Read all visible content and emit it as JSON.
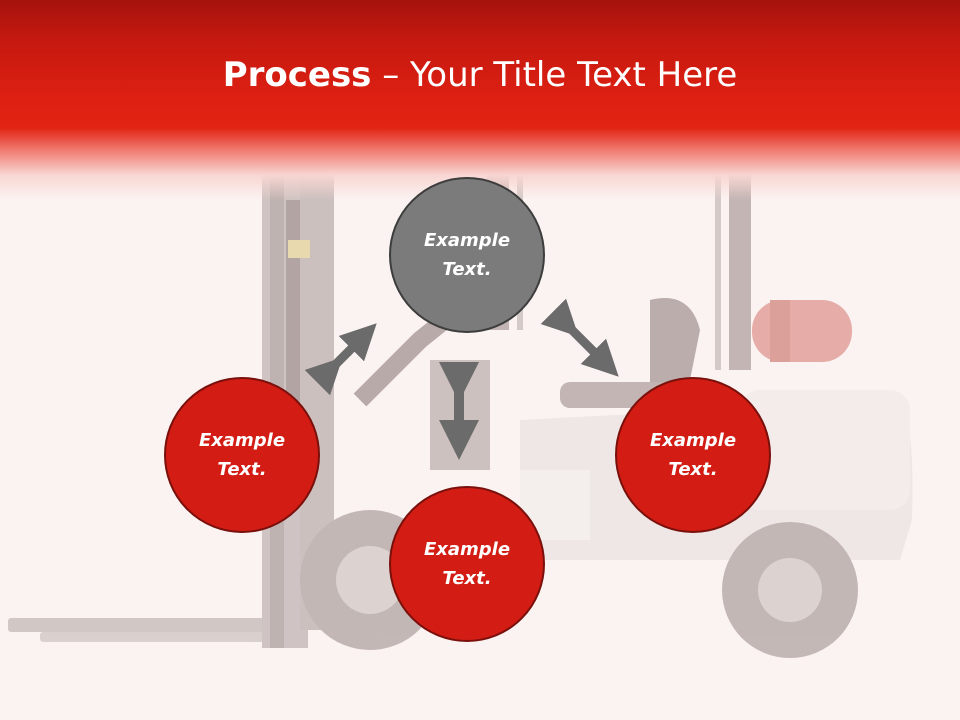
{
  "title": {
    "bold": "Process",
    "rest": " – Your Title Text Here"
  },
  "nodes": {
    "top": "Example Text.",
    "left": "Example Text.",
    "right": "Example Text.",
    "bottom": "Example Text."
  },
  "colors": {
    "header_red": "#dc1f12",
    "node_red": "#d21c14",
    "node_gray": "#7b7b7b",
    "arrow_gray": "#6b6b6b",
    "background": "#fbf3f2"
  },
  "background_image": "forklift-illustration",
  "icons": [
    "double-arrow-icon"
  ]
}
